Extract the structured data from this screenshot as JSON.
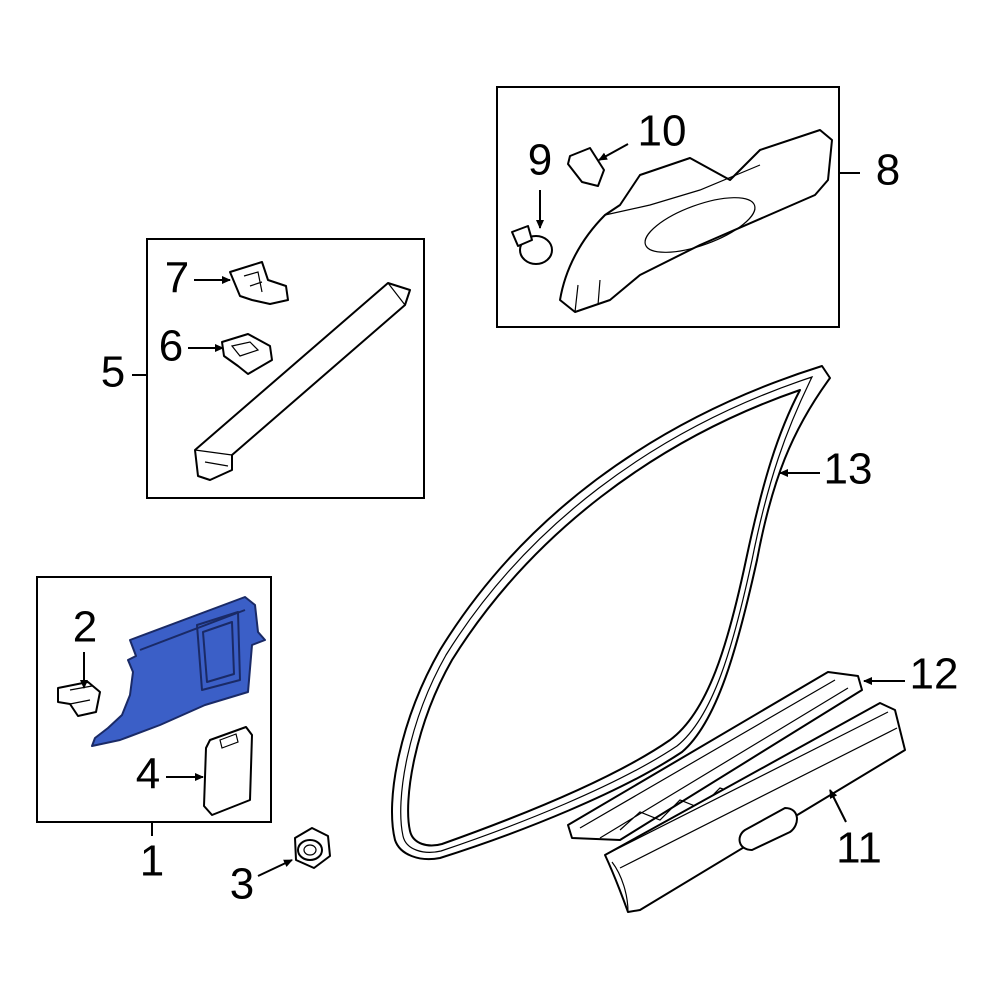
{
  "callouts": {
    "p1": "1",
    "p2": "2",
    "p3": "3",
    "p4": "4",
    "p5": "5",
    "p6": "6",
    "p7": "7",
    "p8": "8",
    "p9": "9",
    "p10": "10",
    "p11": "11",
    "p12": "12",
    "p13": "13"
  },
  "colors": {
    "highlight": "#3b5fc7",
    "line": "#000000"
  }
}
